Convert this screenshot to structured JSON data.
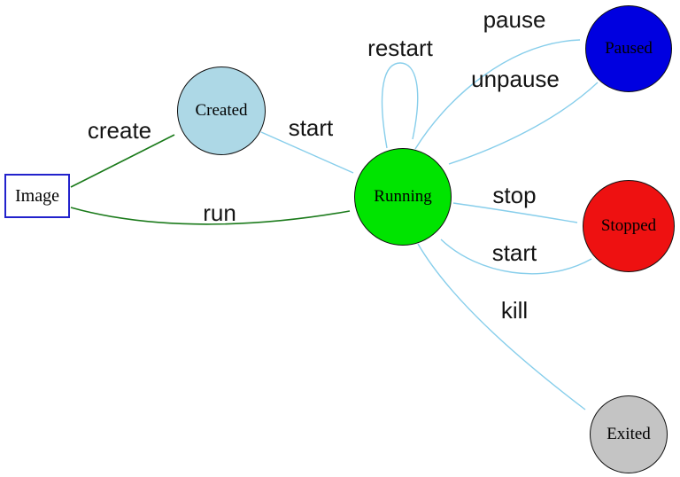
{
  "diagram_title": "container-lifecycle-state-diagram",
  "colors": {
    "action_edge": "#1a7a1a",
    "state_edge": "#87ceeb",
    "node_border": "#101010",
    "image_border": "#2222cc",
    "background": "#ffffff"
  },
  "nodes": {
    "image": {
      "label": "Image",
      "shape": "rectangle",
      "fill": "#ffffff"
    },
    "created": {
      "label": "Created",
      "shape": "circle",
      "fill": "#add8e6"
    },
    "running": {
      "label": "Running",
      "shape": "circle",
      "fill": "#00e400"
    },
    "paused": {
      "label": "Paused",
      "shape": "circle",
      "fill": "#0000e0"
    },
    "stopped": {
      "label": "Stopped",
      "shape": "circle",
      "fill": "#ee1111"
    },
    "exited": {
      "label": "Exited",
      "shape": "circle",
      "fill": "#c4c4c4"
    }
  },
  "edges": {
    "create": {
      "label": "create",
      "from": "image",
      "to": "created",
      "color": "#1a7a1a"
    },
    "run": {
      "label": "run",
      "from": "image",
      "to": "running",
      "color": "#1a7a1a"
    },
    "start": {
      "label": "start",
      "from": "created",
      "to": "running",
      "color": "#87ceeb"
    },
    "restart": {
      "label": "restart",
      "from": "running",
      "to": "running",
      "color": "#87ceeb"
    },
    "pause": {
      "label": "pause",
      "from": "running",
      "to": "paused",
      "color": "#87ceeb"
    },
    "unpause": {
      "label": "unpause",
      "from": "paused",
      "to": "running",
      "color": "#87ceeb"
    },
    "stop": {
      "label": "stop",
      "from": "running",
      "to": "stopped",
      "color": "#87ceeb"
    },
    "start_again": {
      "label": "start",
      "from": "stopped",
      "to": "running",
      "color": "#87ceeb"
    },
    "kill": {
      "label": "kill",
      "from": "running",
      "to": "exited",
      "color": "#87ceeb"
    }
  }
}
